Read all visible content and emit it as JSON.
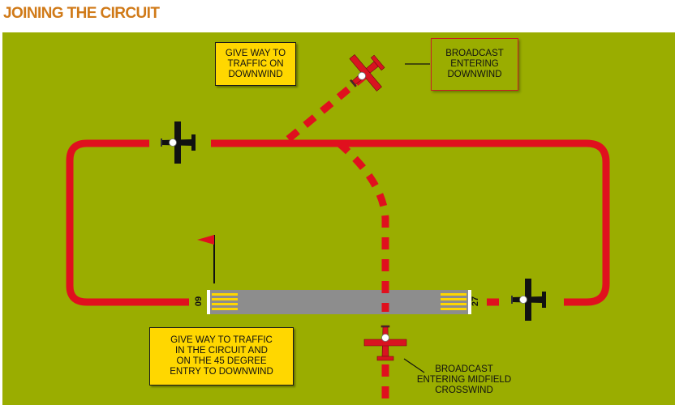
{
  "title": "JOINING THE CIRCUIT",
  "colors": {
    "ground": "#9aad00",
    "circuit": "#e0101e",
    "runway": "#8d8d8d",
    "threshold": "#ffd700",
    "callout_fill": "#ffd700",
    "heading": "#d07a18"
  },
  "callouts": {
    "give_way_downwind": [
      "GIVE WAY TO",
      "TRAFFIC ON",
      "DOWNWIND"
    ],
    "broadcast_downwind": [
      "BROADCAST",
      "ENTERING",
      "DOWNWIND"
    ],
    "give_way_circuit": [
      "GIVE WAY TO TRAFFIC",
      "IN THE CIRCUIT AND",
      "ON THE 45 DEGREE",
      "ENTRY TO DOWNWIND"
    ],
    "broadcast_crosswind": [
      "BROADCAST",
      "ENTERING MIDFIELD",
      "CROSSWIND"
    ]
  },
  "runway": {
    "left_number": "09",
    "right_number": "27"
  },
  "icons": [
    "aircraft-icon",
    "windsock-flag-icon"
  ]
}
